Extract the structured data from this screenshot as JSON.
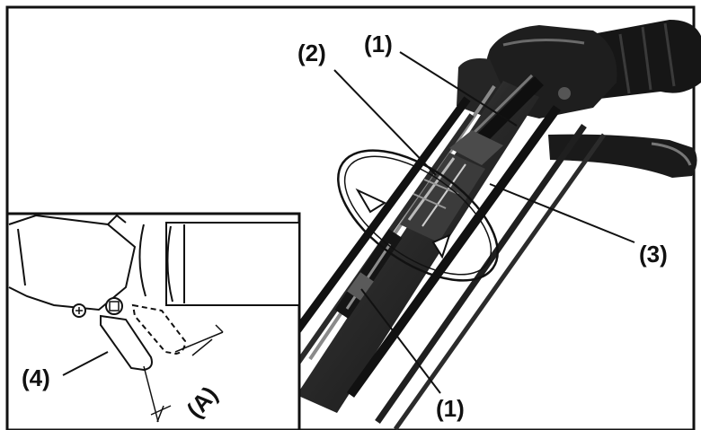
{
  "callouts": {
    "cable_top": "(1)",
    "adjuster": "(2)",
    "locknut": "(3)",
    "cable_bottom": "(1)",
    "lever": "(4)",
    "freeplay": "(A)"
  },
  "colors": {
    "ink": "#111111",
    "paper": "#ffffff",
    "metal_dark": "#1b1b1b",
    "metal_mid": "#4a4a4a",
    "metal_light": "#9a9a9a"
  }
}
